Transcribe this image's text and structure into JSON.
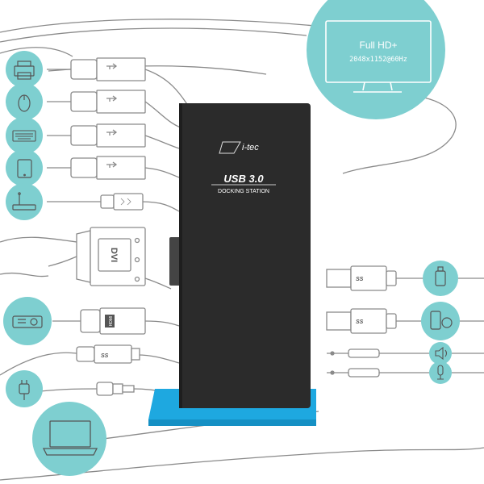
{
  "colors": {
    "teal": "#7ecfd0",
    "dock_body": "#2b2b2b",
    "dock_stand": "#1ea8e0",
    "line": "#8a8a8a",
    "icon": "#555555"
  },
  "dock": {
    "brand": "i-tec",
    "model": "USB 3.0",
    "subtitle": "DOCKING STATION"
  },
  "monitor": {
    "title": "Full HD+",
    "resolution": "2048x1152@60Hz"
  },
  "left_ports": [
    {
      "device_icon": "printer-icon",
      "connector_icon": "usb-plug-icon"
    },
    {
      "device_icon": "mouse-icon",
      "connector_icon": "usb-plug-icon"
    },
    {
      "device_icon": "keyboard-icon",
      "connector_icon": "usb-plug-icon"
    },
    {
      "device_icon": "tablet-icon",
      "connector_icon": "usb-plug-icon"
    },
    {
      "device_icon": "router-icon",
      "connector_icon": "ethernet-plug-icon"
    },
    {
      "device_icon": "",
      "connector_icon": "dvi-plug-icon",
      "connector_text": "DVI"
    },
    {
      "device_icon": "projector-icon",
      "connector_icon": "hdmi-plug-icon",
      "connector_text": "HDMI"
    },
    {
      "device_icon": "",
      "connector_icon": "usb-b-plug-icon",
      "connector_text": "SS"
    },
    {
      "device_icon": "power-plug-icon",
      "connector_icon": "dc-jack-icon"
    },
    {
      "device_icon": "laptop-icon",
      "connector_icon": ""
    }
  ],
  "right_ports": [
    {
      "device_icon": "usb-flash-icon",
      "connector_icon": "usb3-plug-icon",
      "connector_text": "SS"
    },
    {
      "device_icon": "phone-icon",
      "connector_icon": "usb3-plug-icon",
      "connector_text": "SS"
    },
    {
      "device_icon": "speaker-icon",
      "connector_icon": "audio-jack-icon"
    },
    {
      "device_icon": "microphone-icon",
      "connector_icon": "audio-jack-icon"
    }
  ]
}
